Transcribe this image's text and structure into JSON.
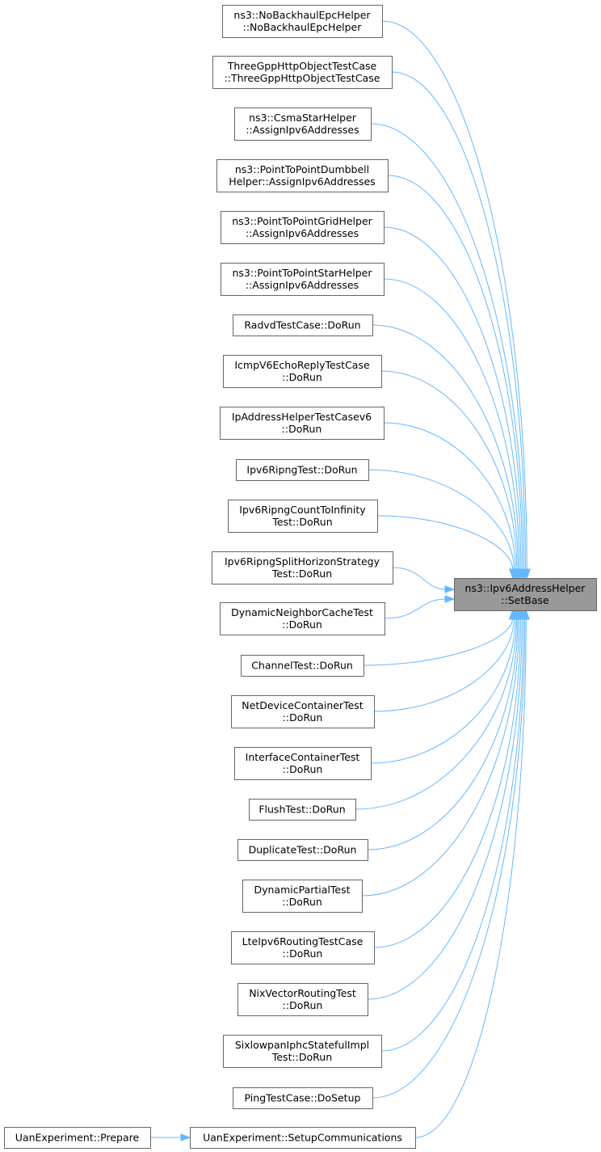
{
  "target": {
    "id": "target",
    "lines": [
      "ns3::Ipv6AddressHelper",
      "::SetBase"
    ]
  },
  "callers": [
    {
      "id": "n1",
      "lines": [
        "ns3::NoBackhaulEpcHelper",
        "::NoBackhaulEpcHelper"
      ]
    },
    {
      "id": "n2",
      "lines": [
        "ThreeGppHttpObjectTestCase",
        "::ThreeGppHttpObjectTestCase"
      ]
    },
    {
      "id": "n3",
      "lines": [
        "ns3::CsmaStarHelper",
        "::AssignIpv6Addresses"
      ]
    },
    {
      "id": "n4",
      "lines": [
        "ns3::PointToPointDumbbell",
        "Helper::AssignIpv6Addresses"
      ]
    },
    {
      "id": "n5",
      "lines": [
        "ns3::PointToPointGridHelper",
        "::AssignIpv6Addresses"
      ]
    },
    {
      "id": "n6",
      "lines": [
        "ns3::PointToPointStarHelper",
        "::AssignIpv6Addresses"
      ]
    },
    {
      "id": "n7",
      "lines": [
        "RadvdTestCase::DoRun"
      ]
    },
    {
      "id": "n8",
      "lines": [
        "IcmpV6EchoReplyTestCase",
        "::DoRun"
      ]
    },
    {
      "id": "n9",
      "lines": [
        "IpAddressHelperTestCasev6",
        "::DoRun"
      ]
    },
    {
      "id": "n10",
      "lines": [
        "Ipv6RipngTest::DoRun"
      ]
    },
    {
      "id": "n11",
      "lines": [
        "Ipv6RipngCountToInfinity",
        "Test::DoRun"
      ]
    },
    {
      "id": "n12",
      "lines": [
        "Ipv6RipngSplitHorizonStrategy",
        "Test::DoRun"
      ]
    },
    {
      "id": "n13",
      "lines": [
        "DynamicNeighborCacheTest",
        "::DoRun"
      ]
    },
    {
      "id": "n14",
      "lines": [
        "ChannelTest::DoRun"
      ]
    },
    {
      "id": "n15",
      "lines": [
        "NetDeviceContainerTest",
        "::DoRun"
      ]
    },
    {
      "id": "n16",
      "lines": [
        "InterfaceContainerTest",
        "::DoRun"
      ]
    },
    {
      "id": "n17",
      "lines": [
        "FlushTest::DoRun"
      ]
    },
    {
      "id": "n18",
      "lines": [
        "DuplicateTest::DoRun"
      ]
    },
    {
      "id": "n19",
      "lines": [
        "DynamicPartialTest",
        "::DoRun"
      ]
    },
    {
      "id": "n20",
      "lines": [
        "LteIpv6RoutingTestCase",
        "::DoRun"
      ]
    },
    {
      "id": "n21",
      "lines": [
        "NixVectorRoutingTest",
        "::DoRun"
      ]
    },
    {
      "id": "n22",
      "lines": [
        "SixlowpanIphcStatefulImpl",
        "Test::DoRun"
      ]
    },
    {
      "id": "n23",
      "lines": [
        "PingTestCase::DoSetup"
      ]
    },
    {
      "id": "n24",
      "lines": [
        "UanExperiment::SetupCommunications"
      ]
    }
  ],
  "extra_nodes": [
    {
      "id": "n25",
      "lines": [
        "UanExperiment::Prepare"
      ]
    }
  ],
  "edges": [
    {
      "from": "n1",
      "to": "target"
    },
    {
      "from": "n2",
      "to": "target"
    },
    {
      "from": "n3",
      "to": "target"
    },
    {
      "from": "n4",
      "to": "target"
    },
    {
      "from": "n5",
      "to": "target"
    },
    {
      "from": "n6",
      "to": "target"
    },
    {
      "from": "n7",
      "to": "target"
    },
    {
      "from": "n8",
      "to": "target"
    },
    {
      "from": "n9",
      "to": "target"
    },
    {
      "from": "n10",
      "to": "target"
    },
    {
      "from": "n11",
      "to": "target"
    },
    {
      "from": "n12",
      "to": "target"
    },
    {
      "from": "n13",
      "to": "target"
    },
    {
      "from": "n14",
      "to": "target"
    },
    {
      "from": "n15",
      "to": "target"
    },
    {
      "from": "n16",
      "to": "target"
    },
    {
      "from": "n17",
      "to": "target"
    },
    {
      "from": "n18",
      "to": "target"
    },
    {
      "from": "n19",
      "to": "target"
    },
    {
      "from": "n20",
      "to": "target"
    },
    {
      "from": "n21",
      "to": "target"
    },
    {
      "from": "n22",
      "to": "target"
    },
    {
      "from": "n23",
      "to": "target"
    },
    {
      "from": "n24",
      "to": "target"
    },
    {
      "from": "n25",
      "to": "n24"
    }
  ],
  "colors": {
    "edge": "#63b8ff",
    "node_border": "#666666",
    "target_fill": "#999999"
  }
}
